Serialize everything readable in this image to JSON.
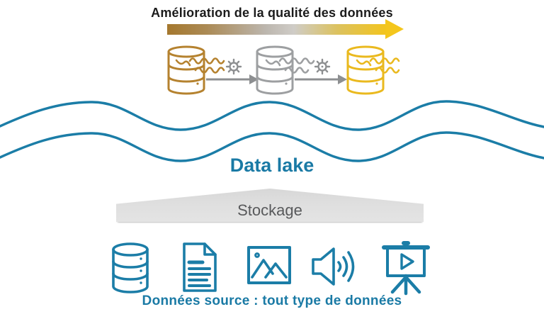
{
  "title": "Amélioration de la qualité des données",
  "quality_arrow": {
    "direction": "right",
    "start_color": "#a5782e",
    "mid_color": "#c6c2bc",
    "end_color": "#f2c41f"
  },
  "pipeline": {
    "stages": [
      {
        "icon": "database-raw-icon",
        "color": "#b5822f"
      },
      {
        "icon": "database-intermediate-icon",
        "color": "#9d9fa1"
      },
      {
        "icon": "database-clean-icon",
        "color": "#eab91e"
      }
    ],
    "connector_icon": "gear-icon",
    "connector_color": "#8d8f91"
  },
  "lake": {
    "label": "Data lake",
    "wave_color": "#1b7da7",
    "label_color": "#1a7aa5"
  },
  "storage": {
    "label": "Stockage",
    "fill_color": "#dedede",
    "text_color": "#58595b"
  },
  "sources": {
    "caption": "Données source : tout type de données",
    "color": "#1a7aa5",
    "icons": [
      "database-icon",
      "document-icon",
      "image-icon",
      "audio-icon",
      "presentation-icon"
    ]
  }
}
